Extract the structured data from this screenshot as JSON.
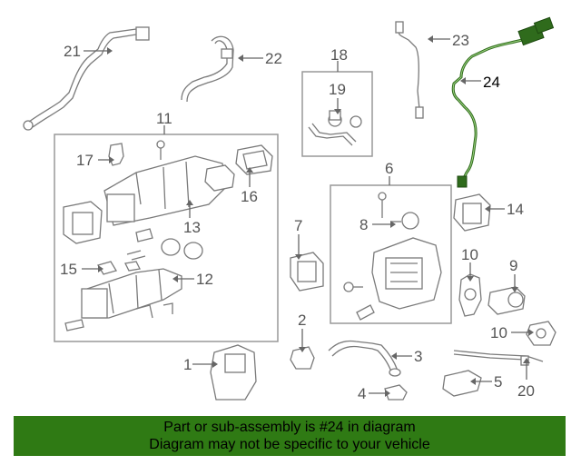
{
  "callouts": {
    "c1": "1",
    "c2": "2",
    "c3": "3",
    "c4": "4",
    "c5": "5",
    "c6": "6",
    "c7": "7",
    "c8": "8",
    "c9": "9",
    "c10a": "10",
    "c10b": "10",
    "c11": "11",
    "c12": "12",
    "c13": "13",
    "c14": "14",
    "c15": "15",
    "c16": "16",
    "c17": "17",
    "c18": "18",
    "c19": "19",
    "c20": "20",
    "c21": "21",
    "c22": "22",
    "c23": "23",
    "c24": "24"
  },
  "banner": {
    "line1": "Part or sub-assembly is #24 in diagram",
    "line2": "Diagram may not be specific to your vehicle"
  },
  "colors": {
    "highlight_part": "#2f6b1c",
    "banner_bg": "#2f7a14",
    "line_art": "#7a7a7a"
  }
}
